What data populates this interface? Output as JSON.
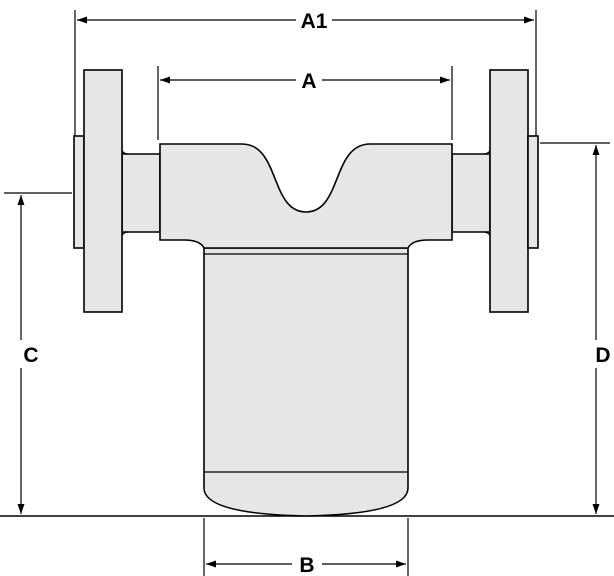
{
  "diagram": {
    "dimensions": {
      "a1": "A1",
      "a": "A",
      "b": "B",
      "c": "C",
      "d": "D"
    },
    "colors": {
      "body_fill": "#e6e6e6",
      "line": "#000000",
      "background": "#ffffff"
    }
  }
}
